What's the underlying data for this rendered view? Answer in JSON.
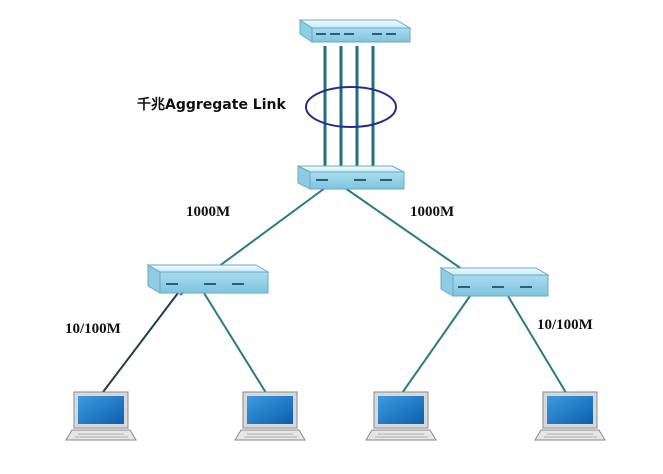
{
  "labels": {
    "aggregate_link": "千兆Aggregate Link",
    "link_left": "1000M",
    "link_right": "1000M",
    "access_left": "10/100M",
    "access_right": "10/100M"
  },
  "colors": {
    "link": "#2a7a8a",
    "switch_face": "#bfe6f4",
    "switch_edge": "#6aaac4",
    "ellipse": "#2d2a8a",
    "screen": "#1a73c0"
  }
}
